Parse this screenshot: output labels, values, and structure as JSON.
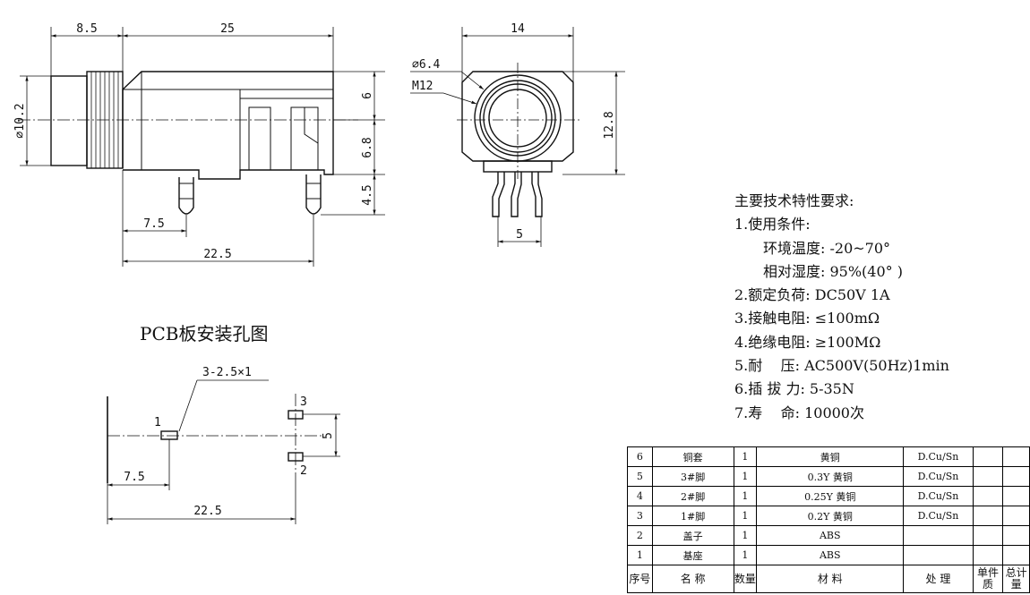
{
  "side_view": {
    "dim_top_left": "8.5",
    "dim_top_right": "25",
    "dim_diameter": "⌀10.2",
    "dim_right_upper": "6",
    "dim_right_middle": "6.8",
    "dim_right_lower": "4.5",
    "dim_pin_offset": "7.5",
    "dim_pin_span": "22.5"
  },
  "front_view": {
    "dim_width": "14",
    "dim_height": "12.8",
    "dim_pin_pitch": "5",
    "label_hole": "⌀6.4",
    "label_thread": "M12"
  },
  "pcb": {
    "title": "PCB板安装孔图",
    "hole_spec": "3-2.5×1",
    "hole_1": "1",
    "hole_2": "2",
    "hole_3": "3",
    "dim_vertical": "5",
    "dim_offset": "7.5",
    "dim_span": "22.5"
  },
  "specs": {
    "title": "主要技术特性要求:",
    "line1": "1.使用条件:",
    "line1a": "环境温度: -20~70°",
    "line1b": "相对湿度: 95%(40° )",
    "line2": "2.额定负荷: DC50V 1A",
    "line3": "3.接触电阻: ≤100mΩ",
    "line4": "4.绝缘电阻: ≥100MΩ",
    "line5": "5.耐    压: AC500V(50Hz)1min",
    "line6": "6.插 拔 力: 5-35N",
    "line7": "7.寿    命: 10000次"
  },
  "bom": {
    "rows": [
      {
        "no": "6",
        "name": "铜套",
        "qty": "1",
        "material": "黄铜",
        "finish": "D.Cu/Sn"
      },
      {
        "no": "5",
        "name": "3#脚",
        "qty": "1",
        "material": "0.3Y 黄铜",
        "finish": "D.Cu/Sn"
      },
      {
        "no": "4",
        "name": "2#脚",
        "qty": "1",
        "material": "0.25Y 黄铜",
        "finish": "D.Cu/Sn"
      },
      {
        "no": "3",
        "name": "1#脚",
        "qty": "1",
        "material": "0.2Y 黄铜",
        "finish": "D.Cu/Sn"
      },
      {
        "no": "2",
        "name": "盖子",
        "qty": "1",
        "material": "ABS",
        "finish": ""
      },
      {
        "no": "1",
        "name": "基座",
        "qty": "1",
        "material": "ABS",
        "finish": ""
      }
    ],
    "header": {
      "no": "序号",
      "name": "名 称",
      "qty": "数量",
      "material": "材 料",
      "finish": "处 理",
      "unit_mass": "单件 质",
      "total_mass": "总计 量"
    }
  }
}
